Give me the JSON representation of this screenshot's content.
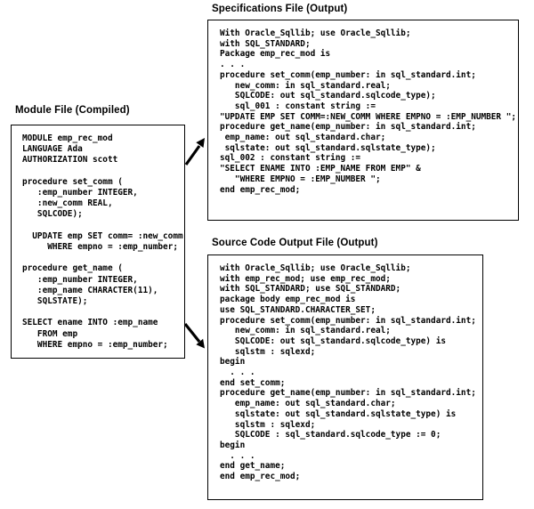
{
  "diagram": {
    "colors": {
      "background": "#ffffff",
      "border": "#000000",
      "text": "#000000",
      "arrow": "#000000"
    },
    "module_file": {
      "title": "Module File (Compiled)",
      "lines": [
        "MODULE emp_rec_mod",
        "LANGUAGE Ada",
        "AUTHORIZATION scott",
        "",
        "procedure set_comm (",
        "   :emp_number INTEGER,",
        "   :new_comm REAL,",
        "   SQLCODE);",
        "",
        "  UPDATE emp SET comm= :new_comm",
        "     WHERE empno = :emp_number;",
        "",
        "procedure get_name (",
        "   :emp_number INTEGER,",
        "   :emp_name CHARACTER(11),",
        "   SQLSTATE);",
        "",
        "SELECT ename INTO :emp_name",
        "   FROM emp",
        "   WHERE empno = :emp_number;"
      ]
    },
    "spec_file": {
      "title": "Specifications File (Output)",
      "lines": [
        "With Oracle_Sqllib; use Oracle_Sqllib;",
        "with SQL_STANDARD;",
        "Package emp_rec_mod is",
        ". . .",
        "procedure set_comm(emp_number: in sql_standard.int;",
        "   new_comm: in sql_standard.real;",
        "   SQLCODE: out sql_standard.sqlcode_type);",
        "   sql_001 : constant string :=",
        "\"UPDATE EMP SET COMM=:NEW_COMM WHERE EMPNO = :EMP_NUMBER \";",
        "procedure get_name(emp_number: in sql_standard.int;",
        " emp_name: out sql_standard.char;",
        " sqlstate: out sql_standard.sqlstate_type);",
        "sql_002 : constant string :=",
        "\"SELECT ENAME INTO :EMP_NAME FROM EMP\" &",
        "   \"WHERE EMPNO = :EMP_NUMBER \";",
        "end emp_rec_mod;"
      ]
    },
    "source_file": {
      "title": "Source Code Output File (Output)",
      "lines": [
        "with Oracle_Sqllib; use Oracle_Sqllib;",
        "with emp_rec_mod; use emp_rec_mod;",
        "with SQL_STANDARD; use SQL_STANDARD;",
        "package body emp_rec_mod is",
        "use SQL_STANDARD.CHARACTER_SET;",
        "procedure set_comm(emp_number: in sql_standard.int;",
        "   new_comm: in sql_standard.real;",
        "   SQLCODE: out sql_standard.sqlcode_type) is",
        "   sqlstm : sqlexd;",
        "begin",
        "  . . .",
        "end set_comm;",
        "procedure get_name(emp_number: in sql_standard.int;",
        "   emp_name: out sql_standard.char;",
        "   sqlstate: out sql_standard.sqlstate_type) is",
        "   sqlstm : sqlexd;",
        "   SQLCODE : sql_standard.sqlcode_type := 0;",
        "begin",
        "  . . .",
        "end get_name;",
        "end emp_rec_mod;"
      ]
    },
    "arrows": [
      {
        "name": "module-to-spec-arrow"
      },
      {
        "name": "module-to-source-arrow"
      }
    ]
  }
}
